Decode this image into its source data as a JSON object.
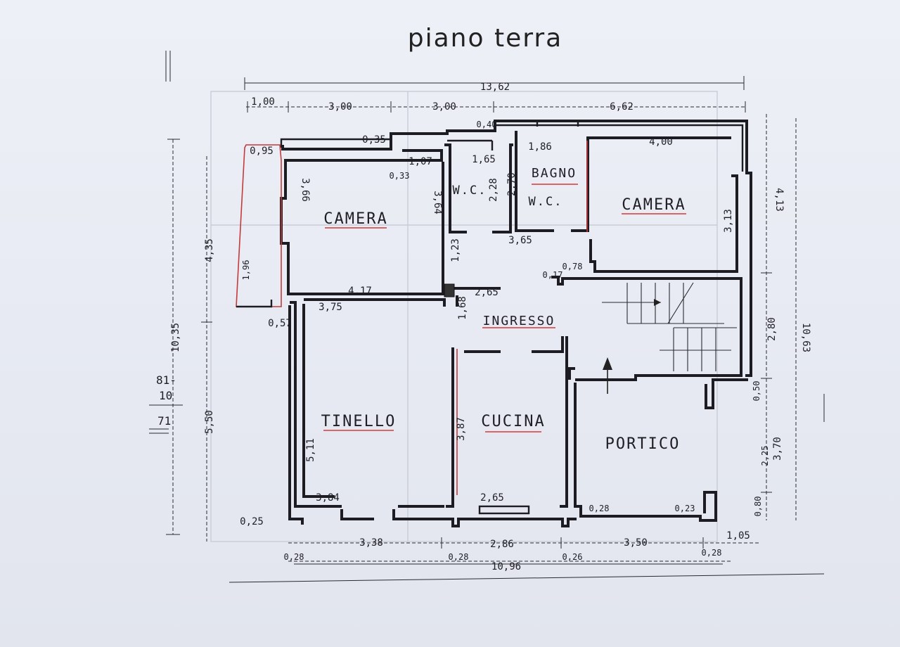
{
  "title": "piano terra",
  "rooms": {
    "camera_left": "CAMERA",
    "wc_1": "W.C.",
    "bagno": "BAGNO",
    "wc_2": "W.C.",
    "camera_right": "CAMERA",
    "ingresso": "INGRESSO",
    "tinello": "TINELLO",
    "cucina": "CUCINA",
    "portico": "PORTICO"
  },
  "dimensions": {
    "top_total": "13,62",
    "top_1": "1,00",
    "top_2": "3,00",
    "top_3": "3,00",
    "top_4": "6,62",
    "d_035": "0,35",
    "d_040": "0,40",
    "d_095": "0,95",
    "d_107": "1,07",
    "d_033": "0,33",
    "d_165": "1,65",
    "d_186": "1,86",
    "d_400": "4,00",
    "d_366": "3,66",
    "d_364": "3,64",
    "d_228": "2,28",
    "d_270": "2,70",
    "d_365": "3,65",
    "d_123": "1,23",
    "d_078": "0,78",
    "d_017": "0,17",
    "d_313": "3,13",
    "d_413": "4,13",
    "d_417": "4,17",
    "d_265_top": "2,65",
    "d_375": "3,75",
    "d_168": "1,68",
    "d_057": "0,57",
    "d_435": "4,35",
    "d_1035": "10,35",
    "d_550": "5,50",
    "d_511": "5,11",
    "d_387": "3,87",
    "d_384": "3,84",
    "d_265_bot": "2,65",
    "d_280": "2,80",
    "d_1063": "10,63",
    "d_050": "0,50",
    "d_225": "2,25",
    "d_370": "3,70",
    "d_080": "0,80",
    "d_028_a": "0,28",
    "d_023": "0,23",
    "d_025": "0,25",
    "d_338": "3,38",
    "d_286": "2,86",
    "d_350": "3,50",
    "d_105": "1,05",
    "d_028_b": "0,28",
    "d_026": "0,26",
    "d_028_c": "0,28",
    "d_028_d": "0,28",
    "d_1096": "10,96",
    "d_1096_side": "1,96",
    "margin_a": "81-",
    "margin_b": "10",
    "margin_c": "71"
  }
}
